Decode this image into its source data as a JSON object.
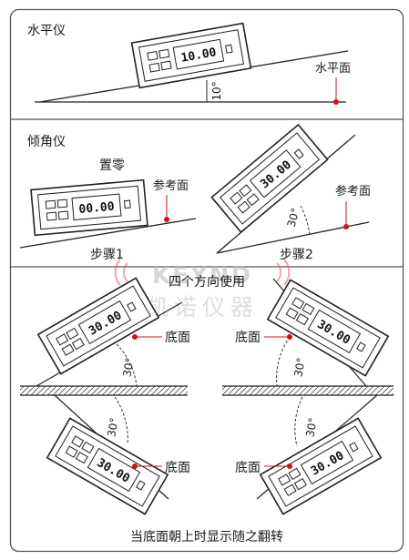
{
  "sections": {
    "s1": {
      "title": "水平仪",
      "reading": "10.00",
      "angle": "10°",
      "ref_label": "水平面"
    },
    "s2": {
      "title": "倾角仪",
      "zero_label": "置零",
      "ref_label_left": "参考面",
      "ref_label_right": "参考面",
      "reading_left": "00.00",
      "reading_right": "30.00",
      "angle": "30°",
      "step1": "步骤1",
      "step2": "步骤2"
    },
    "s3": {
      "title": "四个方向使用",
      "reading": "30.00",
      "angle": "30°",
      "bottom_label": "底面",
      "caption": "当底面朝上时显示随之翻转"
    }
  },
  "watermark": {
    "logo_text": "KEYND",
    "company": "凯诺仪器"
  },
  "colors": {
    "border": "#555555",
    "marker": "#d0101a",
    "watermark": "#bbbbbb"
  }
}
